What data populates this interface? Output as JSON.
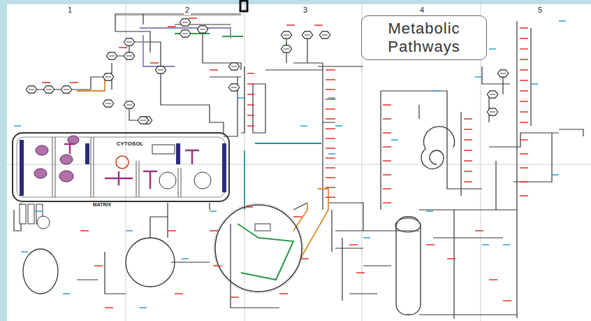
{
  "diagram": {
    "title": "Metabolic Pathways",
    "labels": [
      "1",
      "2",
      "3",
      "4",
      "5",
      "CYTOSOL",
      "MATRIX"
    ]
  }
}
